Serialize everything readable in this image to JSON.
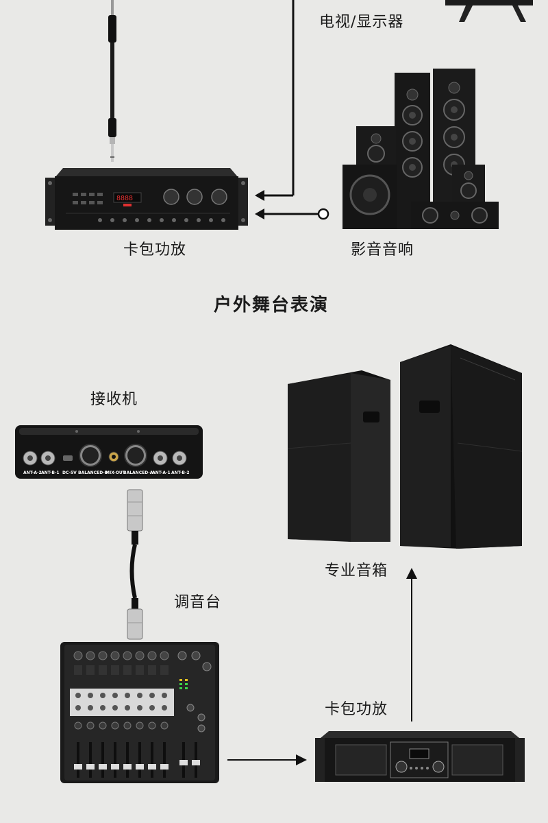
{
  "section_top": {
    "tv_label": "电视/显示器",
    "amp_label": "卡包功放",
    "home_speakers_label": "影音音响"
  },
  "section_bottom": {
    "title": "户外舞台表演",
    "receiver_label": "接收机",
    "receiver_ports": [
      "ANT-A-2",
      "ANT-B-1",
      "DC-5V",
      "BALANCED-B",
      "MIX-OUT",
      "BALANCED-A",
      "ANT-A-1",
      "ANT-B-2"
    ],
    "mixer_label": "调音台",
    "pro_speakers_label": "专业音箱",
    "amp_label": "卡包功放"
  },
  "colors": {
    "background": "#e9e9e7",
    "device_black": "#161616",
    "arrow": "#111111"
  }
}
